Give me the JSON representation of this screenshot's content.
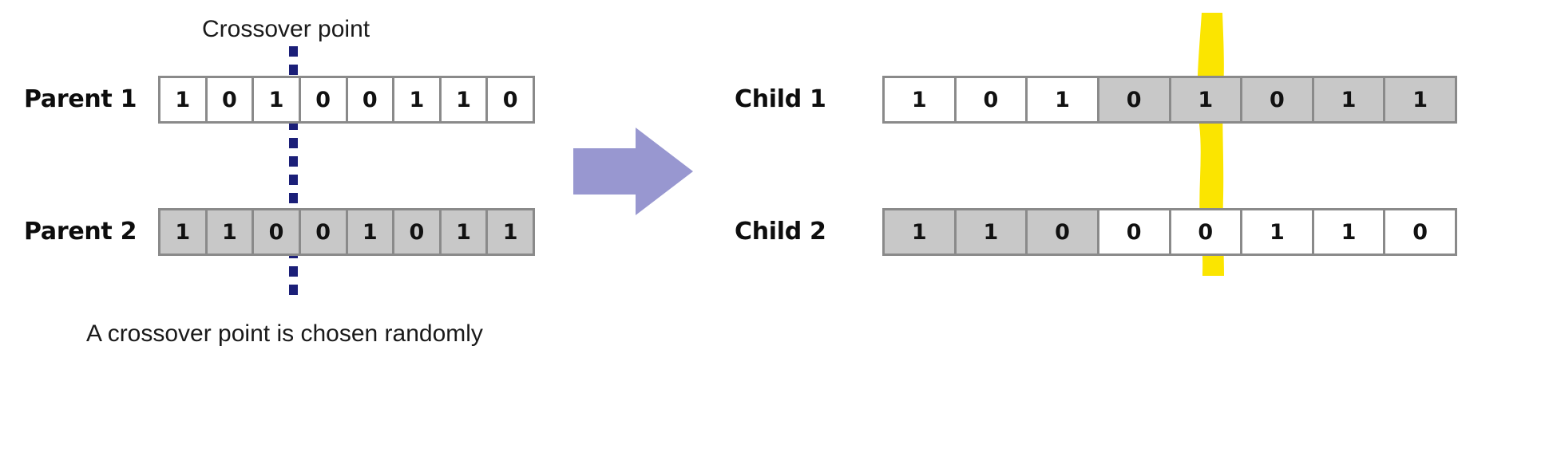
{
  "diagram": {
    "title_note": "single-point crossover illustration",
    "crossover_label": "Crossover point",
    "bottom_caption": "A crossover point is chosen randomly",
    "colors": {
      "cell_border": "#8a8a8a",
      "gray_fill": "#c8c8c8",
      "white_fill": "#ffffff",
      "dash_navy": "#1b1f78",
      "arrow_purple": "#9897d0",
      "highlight_yellow": "#fbe500",
      "text": "#111111"
    },
    "crossover_index": 3
  },
  "parents": [
    {
      "label": "Parent 1",
      "bits": [
        "1",
        "0",
        "1",
        "0",
        "0",
        "1",
        "1",
        "0"
      ],
      "fills": [
        "white",
        "white",
        "white",
        "white",
        "white",
        "white",
        "white",
        "white"
      ]
    },
    {
      "label": "Parent 2",
      "bits": [
        "1",
        "1",
        "0",
        "0",
        "1",
        "0",
        "1",
        "1"
      ],
      "fills": [
        "gray",
        "gray",
        "gray",
        "gray",
        "gray",
        "gray",
        "gray",
        "gray"
      ]
    }
  ],
  "children": [
    {
      "label": "Child 1",
      "bits": [
        "1",
        "0",
        "1",
        "0",
        "1",
        "0",
        "1",
        "1"
      ],
      "fills": [
        "white",
        "white",
        "white",
        "gray",
        "gray",
        "gray",
        "gray",
        "gray"
      ]
    },
    {
      "label": "Child 2",
      "bits": [
        "1",
        "1",
        "0",
        "0",
        "0",
        "1",
        "1",
        "0"
      ],
      "fills": [
        "gray",
        "gray",
        "gray",
        "white",
        "white",
        "white",
        "white",
        "white"
      ]
    }
  ],
  "arrow": {
    "name": "right-arrow",
    "direction": "right",
    "color": "#9897d0"
  },
  "highlight": {
    "name": "crossover-highlight",
    "color": "#fbe500"
  }
}
